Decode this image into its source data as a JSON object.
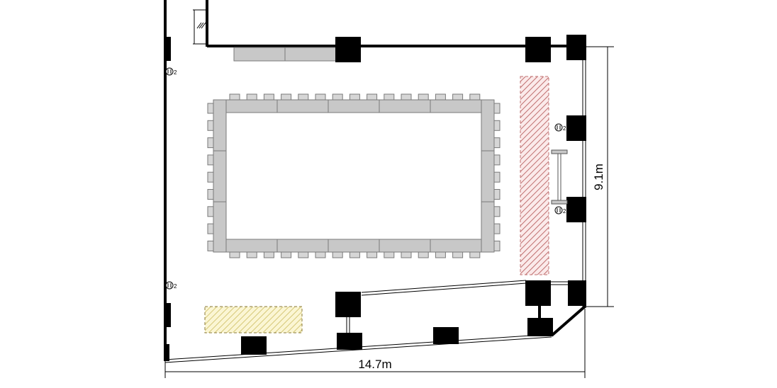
{
  "floor_plan": {
    "width_label": "14.7m",
    "depth_label": "9.1m",
    "outlet_marker": "2",
    "layout": "hollow-square conference table with chairs",
    "colors": {
      "wall": "#000000",
      "pillar": "#000000",
      "table_fill": "#c8c8c8",
      "table_stroke": "#7a7a7a",
      "chair_fill": "#d6d6d6",
      "stage_hatch": "#c88080",
      "reception_hatch": "#d6c878",
      "reception_fill": "#fbf6d4"
    }
  }
}
